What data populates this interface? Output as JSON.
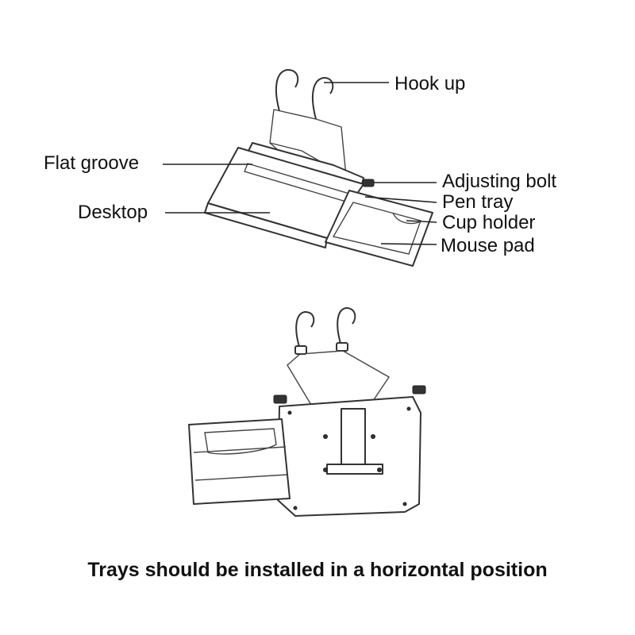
{
  "labels": {
    "hook_up": "Hook up",
    "flat_groove": "Flat groove",
    "desktop": "Desktop",
    "adjusting_bolt": "Adjusting bolt",
    "pen_tray": "Pen tray",
    "cup_holder": "Cup holder",
    "mouse_pad": "Mouse pad"
  },
  "caption": "Trays should be installed in a horizontal position"
}
